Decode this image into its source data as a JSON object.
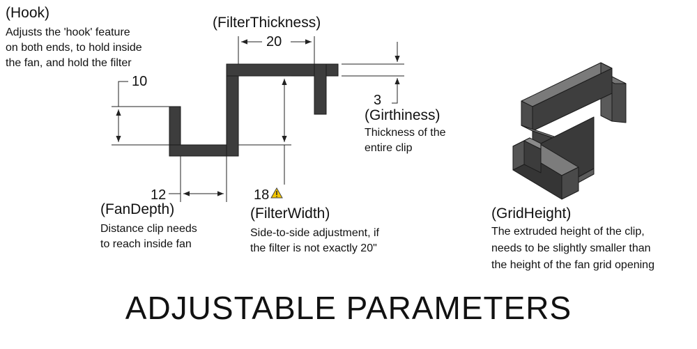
{
  "title": "ADJUSTABLE PARAMETERS",
  "parameters": {
    "hook": {
      "name": "(Hook)",
      "value": "10",
      "description": [
        "Adjusts the 'hook' feature",
        "on both ends, to hold inside",
        "the fan, and hold the filter"
      ]
    },
    "filter_thickness": {
      "name": "(FilterThickness)",
      "value": "20"
    },
    "girthiness": {
      "name": "(Girthiness)",
      "value": "3",
      "description": [
        "Thickness of the",
        "entire clip"
      ]
    },
    "fan_depth": {
      "name": "(FanDepth)",
      "value": "12",
      "description": [
        "Distance clip needs",
        "to reach inside fan"
      ]
    },
    "filter_width": {
      "name": "(FilterWidth)",
      "value": "18",
      "warning_icon": "warning-icon",
      "description": [
        "Side-to-side adjustment, if",
        "the filter is not exactly 20\""
      ]
    },
    "grid_height": {
      "name": "(GridHeight)",
      "description": [
        "The extruded height of the clip,",
        "needs to be slightly smaller than",
        "the height of the fan grid opening"
      ]
    }
  },
  "colors": {
    "profile": "#3d3d3d",
    "dimension_line": "#222222",
    "warning_fill": "#f2c500"
  }
}
